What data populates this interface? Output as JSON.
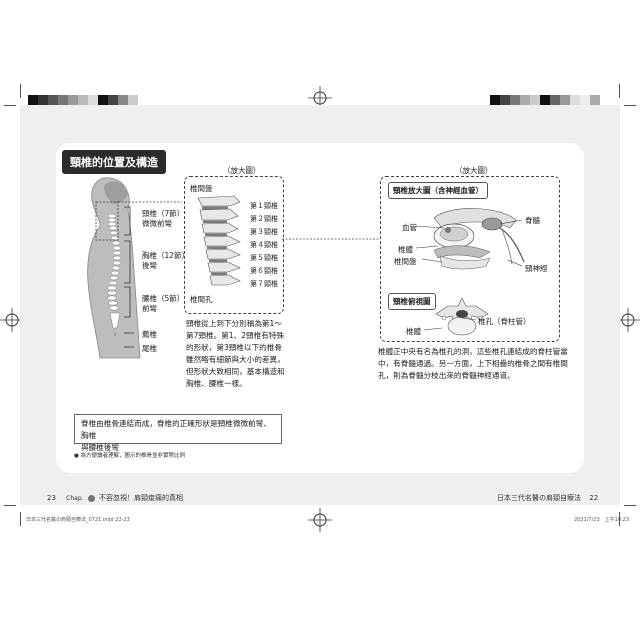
{
  "title": "頸椎的位置及構造",
  "left_panel": {
    "zoom_label": "（放大圖）",
    "disc_label": "椎間盤",
    "foramen_label": "椎間孔",
    "vertebra_labels": [
      "第１頸椎",
      "第２頸椎",
      "第３頸椎",
      "第４頸椎",
      "第５頸椎",
      "第６頸椎",
      "第７頸椎"
    ]
  },
  "spine_labels": {
    "cervical": [
      "頸椎（7節）",
      "微微前彎"
    ],
    "thoracic": [
      "胸椎（12節）",
      "後彎"
    ],
    "lumbar": [
      "腰椎（5節）",
      "前彎"
    ],
    "sacrum": "薦椎",
    "coccyx": "尾椎"
  },
  "left_paragraph": [
    "頸椎從上到下分別稱為第1～",
    "第7頸椎。第1、2頸椎有特殊",
    "的形狀，第3頸椎以下的椎骨",
    "雖然略有細節與大小的差異，",
    "但形狀大致相同，基本構造和",
    "胸椎、腰椎一樣。"
  ],
  "note": [
    "脊椎由椎骨連結而成，脊椎的正確形狀是頸椎微微前彎、胸椎",
    "與腰椎後彎"
  ],
  "caption": "● 為方便讀者理解，圖示的椎骨並非實際比例",
  "right_panel": {
    "zoom_label": "（放大圖）",
    "section1_title": "頸椎放大圖（含神經血管）",
    "labels1": {
      "vessel": "血管",
      "spinal_cord": "脊髓",
      "body": "椎體",
      "disc": "椎間盤",
      "nerve": "頸神經"
    },
    "section2_title": "頸椎俯視圖",
    "labels2": {
      "body": "椎體",
      "canal": "椎孔（脊柱管）"
    }
  },
  "right_paragraph": [
    "椎體正中央有名為椎孔的洞，這些椎孔連結成的脊柱管當",
    "中，有脊髓通過。另一方面，上下相疊的椎骨之間有椎間",
    "孔，則為脊髓分枝出來的脊髓神經通道。"
  ],
  "footer_left": {
    "page": "23",
    "chapter": "Chap.",
    "text": "不容忽視！肩頸痠痛的真相"
  },
  "footer_right": {
    "text": "日本三代名醫の肩頸自療法",
    "page": "22"
  },
  "slug_left": "日本三代名醫の肩頸自療法_0721.indd 22-23",
  "slug_right": "2021/7/23　上午10:23"
}
